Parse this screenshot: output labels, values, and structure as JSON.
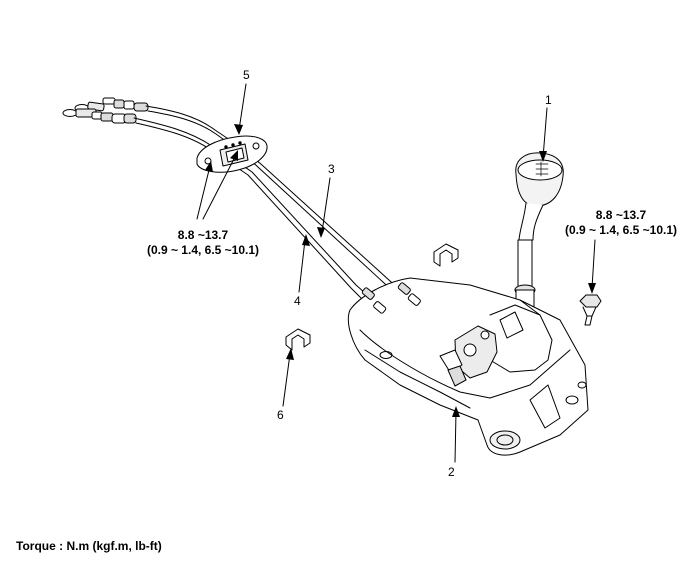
{
  "callouts": {
    "c1": "1",
    "c2": "2",
    "c3": "3",
    "c4": "4",
    "c5": "5",
    "c6": "6"
  },
  "torque_left": {
    "line1": "8.8 ~13.7",
    "line2": "(0.9 ~ 1.4, 6.5 ~10.1)"
  },
  "torque_right": {
    "line1": "8.8 ~13.7",
    "line2": "(0.9 ~ 1.4, 6.5 ~10.1)"
  },
  "legend": "Torque : N.m (kgf.m, lb-ft)"
}
